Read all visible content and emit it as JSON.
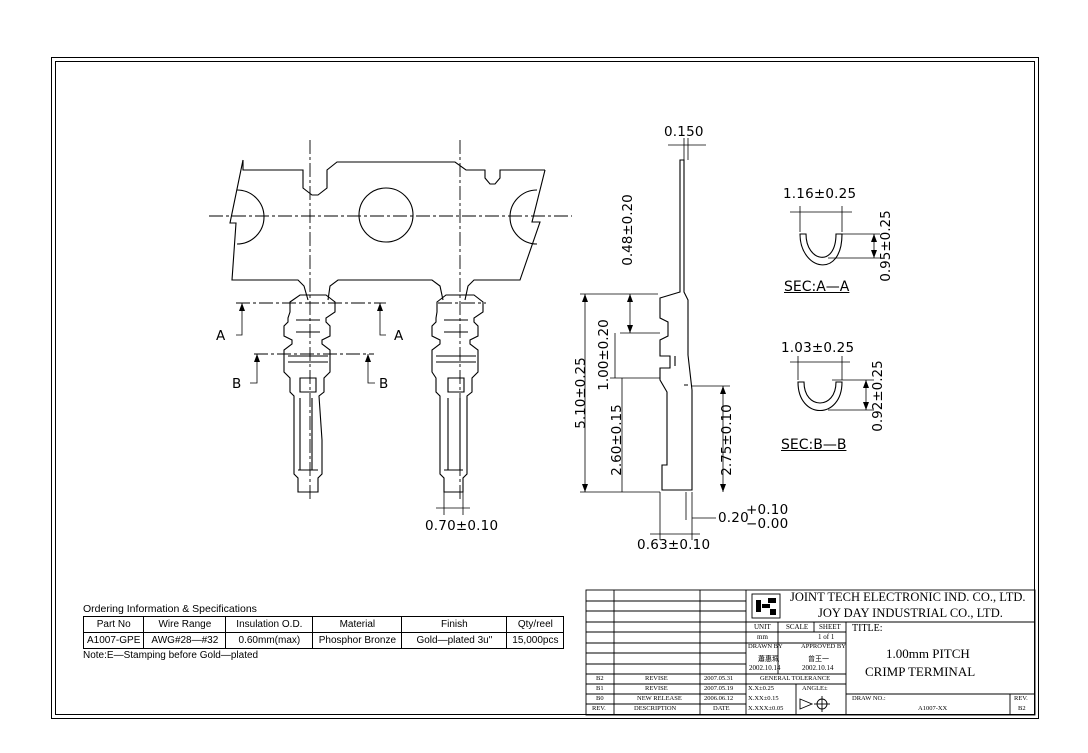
{
  "dimensions": {
    "thickness": "0.150",
    "pitch_top": "0.48±0.20",
    "height_total": "5.10±0.25",
    "height_mid": "1.00±0.20",
    "height_lower": "2.60±0.15",
    "height_side": "2.75±0.10",
    "width_tip": "0.70±0.10",
    "width_base": "0.63±0.10",
    "tol_main": "0.20",
    "tol_plus": "+0.10",
    "tol_minus": "−0.00",
    "sec_a_width": "1.16±0.25",
    "sec_a_height": "0.95±0.25",
    "sec_b_width": "1.03±0.25",
    "sec_b_height": "0.92±0.25"
  },
  "section_labels": {
    "a": "SEC:A—A",
    "b": "SEC:B—B"
  },
  "cut_marks": {
    "a_left": "A",
    "a_right": "A",
    "b_left": "B",
    "b_right": "B"
  },
  "ordering": {
    "title": "Ordering Information & Specifications",
    "headers": [
      "Part No",
      "Wire Range",
      "Insulation O.D.",
      "Material",
      "Finish",
      "Qty/reel"
    ],
    "row": [
      "A1007-GPE",
      "AWG#28—#32",
      "0.60mm(max)",
      "Phosphor Bronze",
      "Gold—plated 3u\"",
      "15,000pcs"
    ],
    "note": "Note:E—Stamping before Gold—plated"
  },
  "title_block": {
    "company_1": "JOINT TECH ELECTRONIC IND. CO., LTD.",
    "company_2": "JOY DAY INDUSTRIAL CO., LTD.",
    "unit_label": "UNIT",
    "scale_label": "SCALE",
    "sheet_label": "SHEET",
    "unit_value": "mm",
    "sheet_value": "1 of 1",
    "title_label": "TITLE:",
    "title_line1": "1.00mm PITCH",
    "title_line2": "CRIMP TERMINAL",
    "drawn_by_label": "DRAWN BY",
    "approved_by_label": "APPROVED BY",
    "drawn_by": "蕭惠珮",
    "approved_by": "曾王一",
    "drawn_date": "2002.10.14",
    "approved_date": "2002.10.14",
    "general_tolerance": "GENERAL TOLERANCE",
    "tol_1": "X.X±0.25",
    "tol_2": "X.XX±0.15",
    "tol_3": "X.XXX±0.05",
    "angle": "ANGLE±",
    "draw_no_label": "DRAW NO.:",
    "draw_no": "A1007-XX",
    "rev_label": "REV.",
    "rev_value": "B2",
    "revisions": [
      {
        "rev": "B2",
        "desc": "REVISE",
        "date": "2007.05.31"
      },
      {
        "rev": "B1",
        "desc": "REVISE",
        "date": "2007.05.19"
      },
      {
        "rev": "B0",
        "desc": "NEW RELEASE",
        "date": "2006.06.12"
      }
    ],
    "rev_header": {
      "rev": "REV.",
      "desc": "DESCRIPTION",
      "date": "DATE"
    }
  }
}
